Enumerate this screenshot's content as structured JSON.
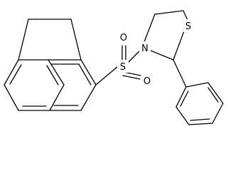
{
  "molecule": {
    "atoms": {
      "sulfur_sulfonyl": "S",
      "oxygen_top": "O",
      "oxygen_bottom": "O",
      "nitrogen": "N",
      "sulfur_thiazolidine": "S"
    }
  },
  "colors": {
    "background": "#ffffff",
    "ink": "#000000"
  }
}
